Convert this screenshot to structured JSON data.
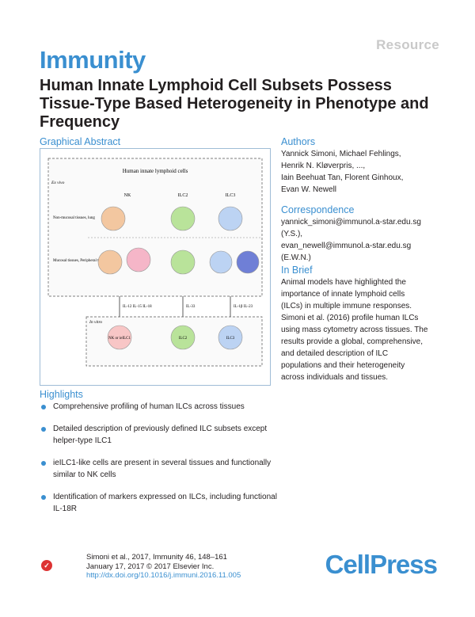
{
  "header": {
    "section": "Resource",
    "journal": "Immunity"
  },
  "title": "Human Innate Lymphoid Cell Subsets Possess Tissue-Type Based Heterogeneity in Phenotype and Frequency",
  "graphical_abstract": {
    "label": "Graphical Abstract",
    "diagram_title": "Human innate lymphoid cells",
    "ex_vivo": "Ex vivo",
    "in_vitro": "In vitro",
    "columns": [
      "NK",
      "ILC2",
      "ILC3"
    ],
    "rows": [
      "Non-mucosal tissues, lung",
      "Mucosal tissues, Peripheral tissues, skin"
    ],
    "arrows": [
      "IL-12 IL-15 IL-18",
      "IL-33",
      "IL-1β IL-23"
    ],
    "outcomes": [
      "NK or ieILC1",
      "ILC2",
      "ILC3"
    ]
  },
  "authors": {
    "label": "Authors",
    "lines": [
      "Yannick Simoni, Michael Fehlings,",
      "Henrik N. Kløverpris, ...,",
      "Iain Beehuat Tan, Florent Ginhoux,",
      "Evan W. Newell"
    ]
  },
  "correspondence": {
    "label": "Correspondence",
    "lines": [
      "yannick_simoni@immunol.a-star.edu.sg",
      "(Y.S.),",
      "evan_newell@immunol.a-star.edu.sg",
      "(E.W.N.)"
    ]
  },
  "in_brief": {
    "label": "In Brief",
    "lines": [
      "Animal models have highlighted the",
      "importance of innate lymphoid cells",
      "(ILCs) in multiple immune responses.",
      "Simoni et al. (2016) profile human ILCs",
      "using mass cytometry across tissues. The",
      "results provide a global, comprehensive,",
      "and detailed description of ILC",
      "populations and their heterogeneity",
      "across individuals and tissues."
    ]
  },
  "highlights": {
    "label": "Highlights",
    "items": [
      "Comprehensive profiling of human ILCs across tissues",
      "Detailed description of previously defined ILC subsets except helper-type ILC1",
      "ieILC1-like cells are present in several tissues and functionally similar to NK cells",
      "Identification of markers expressed on ILCs, including functional IL-18R"
    ]
  },
  "citation": {
    "line1": "Simoni et al., 2017, Immunity 46, 148–161",
    "line2": "January 17, 2017 © 2017 Elsevier Inc.",
    "doi": "http://dx.doi.org/10.1016/j.immuni.2016.11.005"
  },
  "publisher": "CellPress",
  "colors": {
    "accent": "#3a8fd0",
    "resource": "#c9c9c9"
  }
}
